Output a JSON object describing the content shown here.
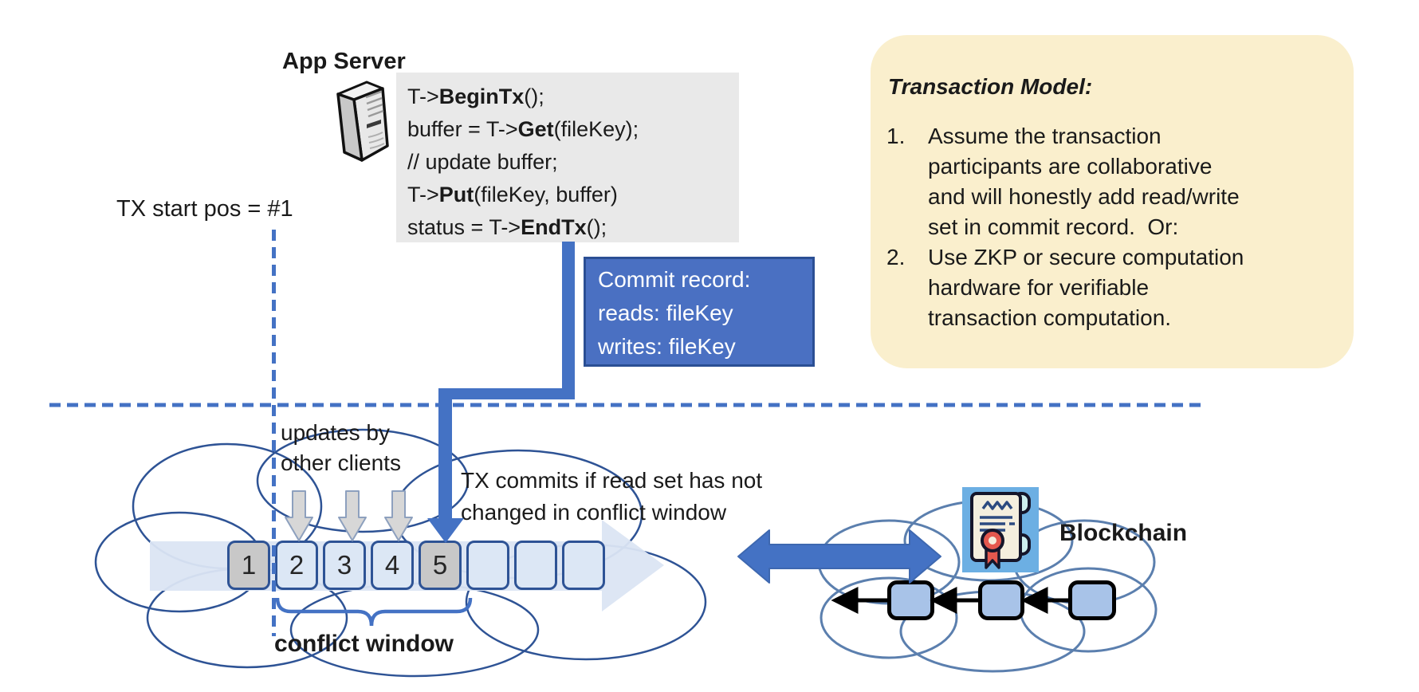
{
  "app_server": {
    "title": "App Server"
  },
  "code_block": {
    "lines": [
      {
        "pre": "T->",
        "bold": "BeginTx",
        "post": "();"
      },
      {
        "pre": "buffer = T->",
        "bold": "Get",
        "post": "(fileKey);"
      },
      {
        "pre": "// update buffer;",
        "bold": "",
        "post": ""
      },
      {
        "pre": "T->",
        "bold": "Put",
        "post": "(fileKey, buffer)"
      },
      {
        "pre": "status = T->",
        "bold": "EndTx",
        "post": "();"
      }
    ]
  },
  "tx_start": {
    "label": "TX start pos = #1"
  },
  "commit_record": {
    "line1": "Commit record:",
    "line2": "reads: fileKey",
    "line3": "writes: fileKey"
  },
  "transaction_model": {
    "title": "Transaction Model:",
    "items": [
      {
        "number": "1.",
        "lines": [
          "Assume the transaction",
          "participants are collaborative",
          "and will honestly add read/write",
          "set in commit record.  Or:"
        ]
      },
      {
        "number": "2.",
        "lines": [
          "Use ZKP or secure computation",
          "hardware for verifiable",
          "transaction computation."
        ]
      }
    ]
  },
  "timeline": {
    "updates_label": {
      "line1": "updates by",
      "line2": "other clients"
    },
    "commit_note": {
      "line1": "TX commits if read set has not",
      "line2": "changed in conflict window"
    },
    "blocks": [
      {
        "label": "1",
        "filled": true
      },
      {
        "label": "2",
        "filled": false
      },
      {
        "label": "3",
        "filled": false
      },
      {
        "label": "4",
        "filled": false
      },
      {
        "label": "5",
        "filled": true
      },
      {
        "label": "",
        "filled": false
      },
      {
        "label": "",
        "filled": false
      },
      {
        "label": "",
        "filled": false
      }
    ],
    "conflict_window_label": "conflict window"
  },
  "blockchain": {
    "label": "Blockchain",
    "block_count": 3
  },
  "icons": {
    "server": "server-icon",
    "certificate": "certificate-scroll-icon",
    "left_cloud": "log-cloud",
    "right_cloud": "blockchain-cloud"
  },
  "colors": {
    "accent_blue": "#4472C4",
    "commit_fill": "#4A70C2",
    "commit_border": "#2B4F94",
    "box_border": "#2E5395",
    "box_light_fill": "#DCE7F5",
    "box_gray_fill": "#C8C8C8",
    "band_fill": "#DBE5F3",
    "yellow_panel": "#FAEFCD",
    "code_bg": "#E9E9E9",
    "chain_block_fill": "#A8C3E8",
    "right_cloud_stroke": "#5B7FAE",
    "gray_arrow_fill": "#D7D7D7",
    "gray_arrow_stroke": "#8DA0BE",
    "ribbon_red": "#E4584E"
  }
}
